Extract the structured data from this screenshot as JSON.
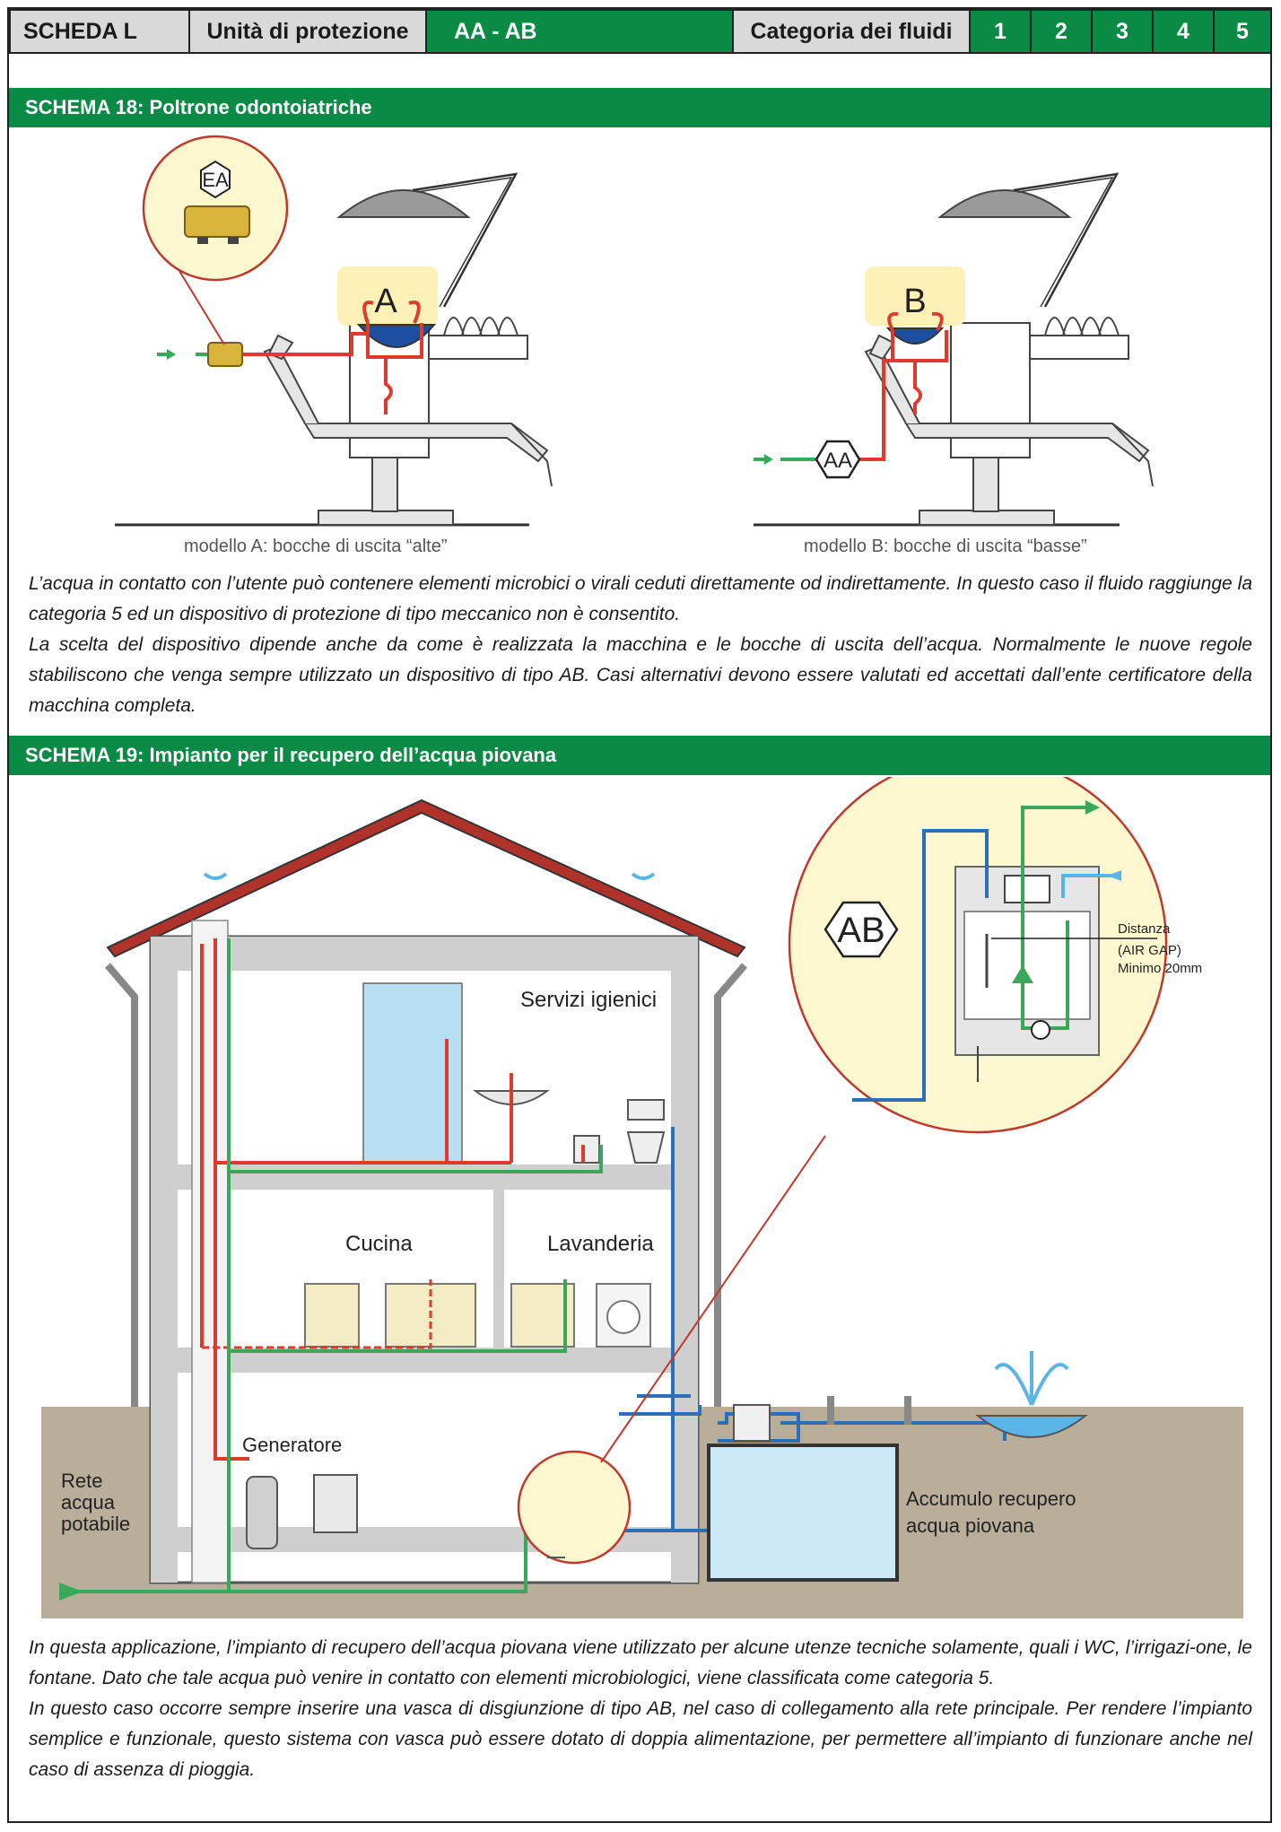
{
  "header": {
    "scheda": "SCHEDA L",
    "unita": "Unità di protezione",
    "codice": "AA - AB",
    "categoria": "Categoria dei fluidi",
    "numbers": [
      "1",
      "2",
      "3",
      "4",
      "5"
    ]
  },
  "schema18": {
    "title": "SCHEMA 18: Poltrone odontoiatriche",
    "badge_ea": "EA",
    "label_a": "A",
    "label_b": "B",
    "badge_aa": "AA",
    "caption_a": "modello A: bocche di uscita “alte”",
    "caption_b": "modello B: bocche di uscita “basse”",
    "paragraphs": [
      "L’acqua in contatto con l’utente può contenere elementi microbici o virali ceduti direttamente od indirettamente. In questo caso il fluido raggiunge la categoria 5 ed un dispositivo di protezione di tipo meccanico non è consentito.",
      "La scelta del dispositivo dipende anche da come è realizzata la macchina e le bocche di uscita dell’acqua. Normalmente le nuove regole stabiliscono che venga sempre utilizzato un dispositivo di tipo AB. Casi alternativi devono essere valutati ed accettati dall’ente certificatore della macchina completa."
    ]
  },
  "schema19": {
    "title": "SCHEMA 19: Impianto per il recupero dell’acqua piovana",
    "rooms": {
      "servizi": "Servizi igienici",
      "cucina": "Cucina",
      "lavanderia": "Lavanderia",
      "generatore": "Generatore"
    },
    "rete": [
      "Rete",
      "acqua",
      "potabile"
    ],
    "accumulo": [
      "Accumulo recupero",
      "acqua piovana"
    ],
    "badge_ab": "AB",
    "distanza": "Distanza",
    "air_gap": "(AIR GAP)",
    "minimo": "Minimo 20mm",
    "paragraphs": [
      "In questa applicazione, l’impianto di recupero dell’acqua piovana viene utilizzato per alcune utenze tecniche solamente, quali i WC, l’irrigazi-one, le fontane. Dato che tale acqua può venire in contatto con elementi microbiologici, viene classificata come categoria 5.",
      "In questo caso occorre sempre inserire una vasca di disgiunzione di tipo AB, nel caso di collegamento alla rete principale. Per rendere l’impianto semplice e funzionale, questo sistema con vasca può essere dotato di doppia alimentazione, per permettere all’impianto di funzionare anche nel caso di assenza di pioggia."
    ]
  },
  "colors": {
    "green": "#0a8b45",
    "header_gray": "#d9d9d9",
    "hot_red": "#e03a2f",
    "cold_green": "#3aa85a",
    "rain_blue": "#2a6fb8",
    "light_blue": "#5ab4e6",
    "roof_red": "#b0332b",
    "ground": "#b9ae99",
    "zoom_fill": "#fdf8d0"
  }
}
